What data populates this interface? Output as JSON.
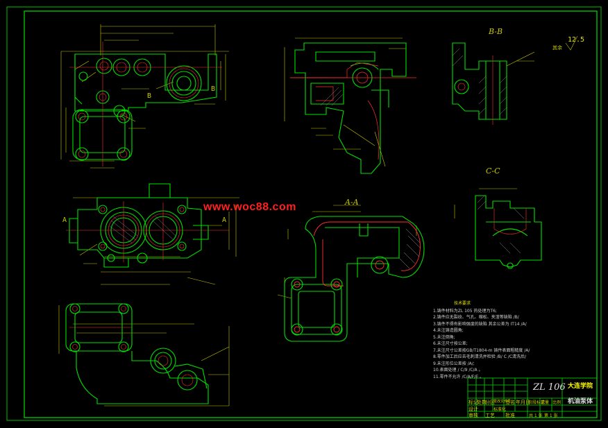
{
  "watermark": "www.woc88.com",
  "views": {
    "bb": "B-B",
    "cc": "C-C",
    "aa": "A-A"
  },
  "roughness": {
    "value": "12.5",
    "suffix": "其余"
  },
  "section_marks": {
    "a_left": "A",
    "a_right": "A",
    "b_top": "B",
    "b_bottom": "B"
  },
  "tech_notes": {
    "title": "技术要求",
    "lines": [
      "1.铸件材料为ZL 105  热处理为T6;",
      "2.铸件应无裂纹、气孔、缩松、夹渣等缺陷 /B/",
      "3.铸件不得有影响强度的缺陷  其余公差为 IT14 /A/",
      "4.未注铸造圆角;",
      "5.未注倒角;",
      "6.未注尺寸按公差;",
      "7.未注尺寸公差按GB/T1804-m  铸件表面粗糙度 /A/",
      "8.零件加工后应去毛刺清洗并检验 /B/ C  /C清洗后/",
      "9.未注形位公差按 /A/;",
      "10.表面处理 / C/9 /C/A 。",
      "11.零件不允许 /C/A/F/E 。"
    ]
  },
  "title_block": {
    "material": "ZL 106",
    "school": "大连学院",
    "part_name": "机油泵体",
    "cells": [
      "标记",
      "处数",
      "分区",
      "更改文件号",
      "签名",
      "年月日",
      "设计",
      "标准化",
      "审核",
      "工艺",
      "批准",
      "阶段标记",
      "重量",
      "比例",
      "共 1 张",
      "第 1 张"
    ]
  }
}
